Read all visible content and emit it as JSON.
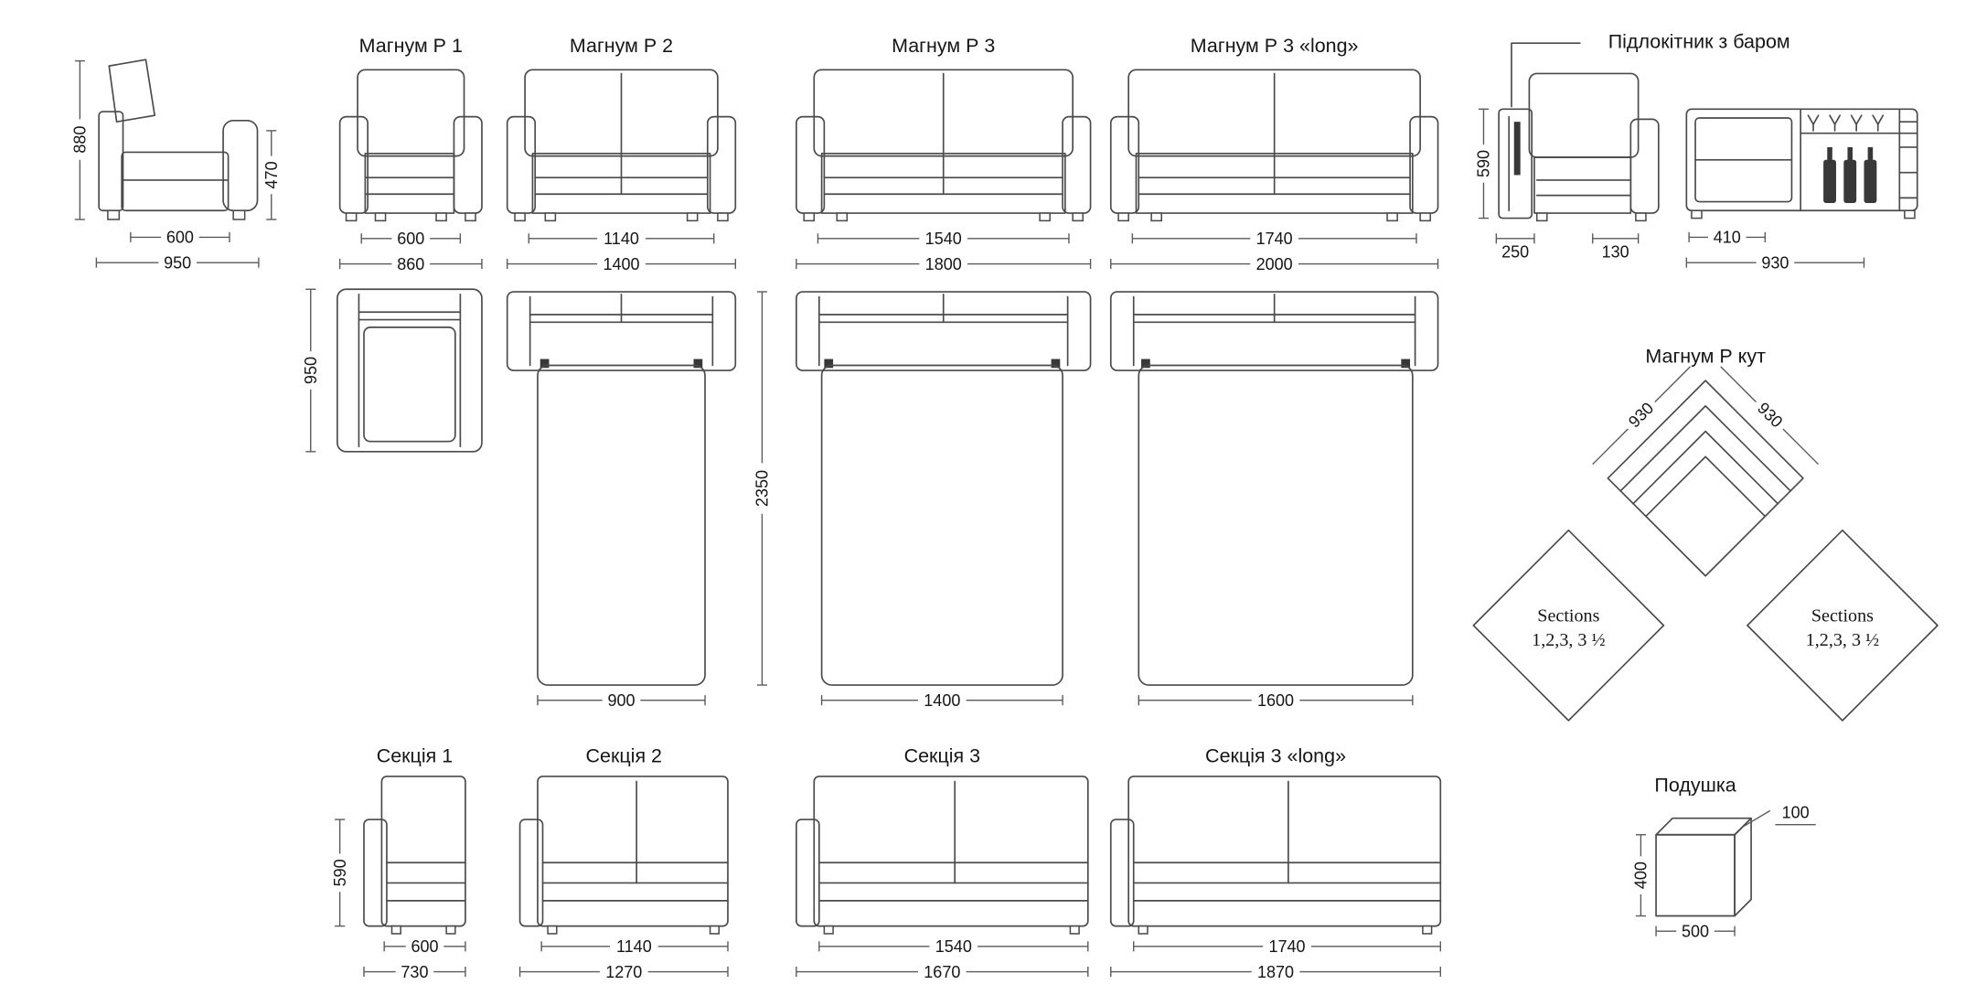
{
  "canvas": {
    "background": "#ffffff",
    "line_color": "#4a4a4a",
    "text_color": "#161616"
  },
  "side_view": {
    "height": "880",
    "seat_height": "470",
    "depth_seat": "600",
    "depth_total": "950"
  },
  "top_row": {
    "models": [
      {
        "title": "Магнум Р 1",
        "width_seat": "600",
        "width_total": "860"
      },
      {
        "title": "Магнум Р 2",
        "width_seat": "1140",
        "width_total": "1400"
      },
      {
        "title": "Магнум Р 3",
        "width_seat": "1540",
        "width_total": "1800"
      },
      {
        "title": "Магнум Р 3 «long»",
        "width_seat": "1740",
        "width_total": "2000"
      }
    ],
    "armrest_bar": {
      "title": "Підлокітник з баром",
      "height": "590",
      "armrest_width": "250",
      "gap": "130",
      "bar_depth": "410",
      "bar_width": "930"
    }
  },
  "middle_row": {
    "sofa_depth": "950",
    "bed_length": "2350",
    "beds": [
      {
        "width": "900"
      },
      {
        "width": "1400"
      },
      {
        "width": "1600"
      }
    ],
    "corner": {
      "title": "Магнум Р кут",
      "dim_left": "930",
      "dim_right": "930",
      "left_diamond": {
        "line1": "Sections",
        "line2": "1,2,3, 3 ½"
      },
      "right_diamond": {
        "line1": "Sections",
        "line2": "1,2,3, 3 ½"
      }
    }
  },
  "bottom_row": {
    "section_height": "590",
    "models": [
      {
        "title": "Секція 1",
        "width_seat": "600",
        "width_total": "730"
      },
      {
        "title": "Секція 2",
        "width_seat": "1140",
        "width_total": "1270"
      },
      {
        "title": "Секція 3",
        "width_seat": "1540",
        "width_total": "1670"
      },
      {
        "title": "Секція 3 «long»",
        "width_seat": "1740",
        "width_total": "1870"
      }
    ],
    "cushion": {
      "title": "Подушка",
      "thickness": "100",
      "height": "400",
      "width": "500"
    }
  }
}
